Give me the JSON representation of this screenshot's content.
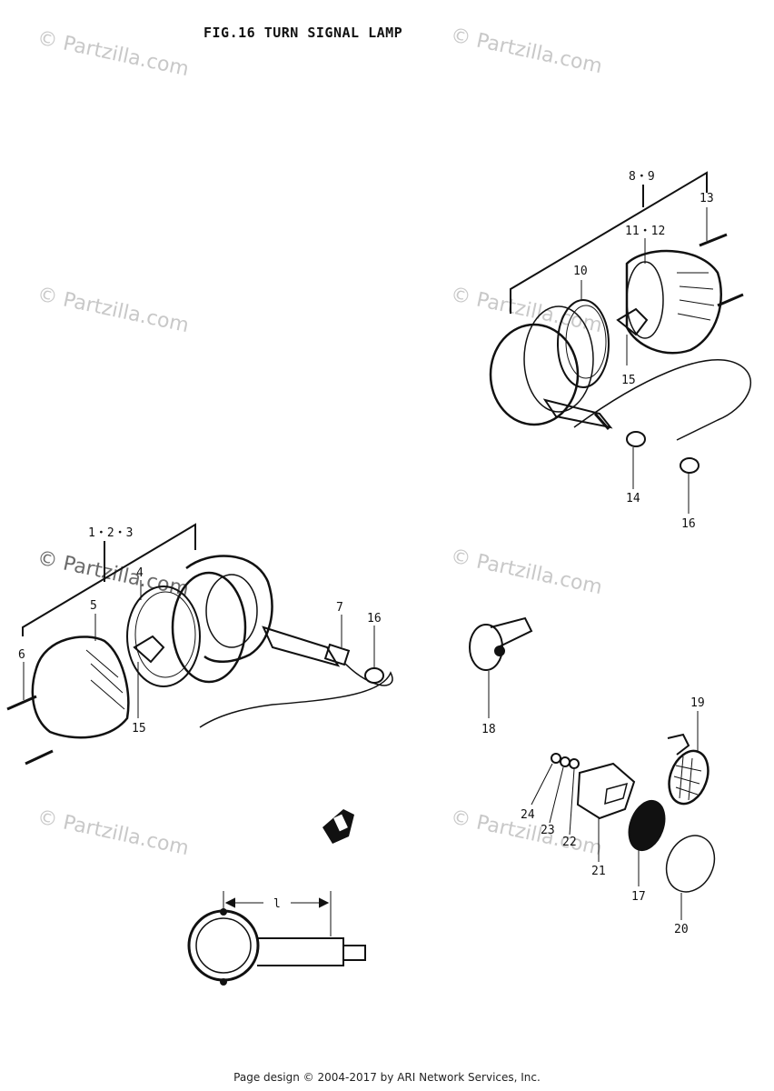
{
  "title": "FIG.16  TURN SIGNAL LAMP",
  "watermark": "© Partzilla.com",
  "footer": "Page design © 2004-2017 by ARI Network Services, Inc.",
  "dimension_label": "l",
  "callouts": {
    "c8_9": "8・9",
    "c13": "13",
    "c11_12": "11・12",
    "c10": "10",
    "c15_top": "15",
    "c14": "14",
    "c16_top": "16",
    "c1_2_3": "1・2・3",
    "c4": "4",
    "c5": "5",
    "c6": "6",
    "c7": "7",
    "c16_left": "16",
    "c15_left": "15",
    "c18": "18",
    "c19": "19",
    "c24": "24",
    "c23": "23",
    "c22": "22",
    "c21": "21",
    "c17": "17",
    "c20": "20"
  }
}
